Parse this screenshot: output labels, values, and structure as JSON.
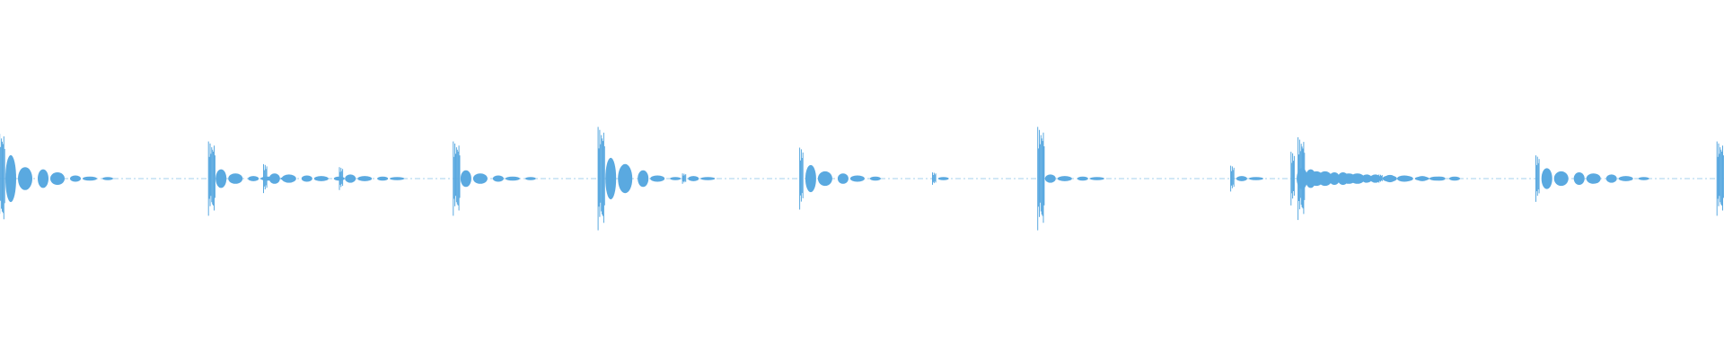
{
  "waveform": {
    "color": "#5aa9e0",
    "background": "#ffffff",
    "style": "audio-waveform",
    "events": [
      {
        "position": 0.0,
        "amplitude": 0.92,
        "tail": [
          0.45,
          0.22,
          0.18,
          0.12,
          0.06,
          0.04,
          0.03
        ]
      },
      {
        "position": 0.122,
        "amplitude": 0.72,
        "tail": [
          0.18,
          0.1,
          0.05,
          0.04,
          0.03
        ]
      },
      {
        "position": 0.153,
        "amplitude": 0.28,
        "tail": [
          0.1,
          0.08,
          0.06,
          0.05,
          0.04
        ]
      },
      {
        "position": 0.197,
        "amplitude": 0.22,
        "tail": [
          0.08,
          0.05,
          0.04,
          0.03
        ]
      },
      {
        "position": 0.264,
        "amplitude": 0.72,
        "tail": [
          0.16,
          0.1,
          0.06,
          0.04,
          0.03
        ]
      },
      {
        "position": 0.348,
        "amplitude": 1.0,
        "tail": [
          0.4,
          0.28,
          0.16,
          0.06,
          0.03
        ]
      },
      {
        "position": 0.396,
        "amplitude": 0.1,
        "tail": [
          0.05,
          0.03
        ]
      },
      {
        "position": 0.464,
        "amplitude": 0.6,
        "tail": [
          0.26,
          0.14,
          0.1,
          0.06,
          0.04
        ]
      },
      {
        "position": 0.541,
        "amplitude": 0.12,
        "tail": [
          0.03
        ]
      },
      {
        "position": 0.603,
        "amplitude": 1.0,
        "tail": [
          0.08,
          0.05,
          0.04,
          0.03
        ]
      },
      {
        "position": 0.714,
        "amplitude": 0.25,
        "tail": [
          0.05,
          0.03
        ]
      },
      {
        "position": 0.749,
        "amplitude": 0.52,
        "tail": [
          0.2,
          0.14,
          0.12,
          0.1,
          0.08
        ]
      },
      {
        "position": 0.754,
        "amplitude": 0.8,
        "tail": [
          0.18,
          0.14,
          0.12,
          0.1,
          0.08,
          0.06,
          0.05,
          0.04,
          0.04
        ]
      },
      {
        "position": 0.8,
        "amplitude": 0.08,
        "tail": [
          0.07,
          0.06,
          0.05,
          0.04,
          0.04
        ]
      },
      {
        "position": 0.891,
        "amplitude": 0.45,
        "tail": [
          0.2,
          0.14,
          0.12,
          0.1,
          0.08,
          0.05,
          0.03
        ]
      },
      {
        "position": 0.997,
        "amplitude": 0.72,
        "tail": []
      }
    ]
  }
}
